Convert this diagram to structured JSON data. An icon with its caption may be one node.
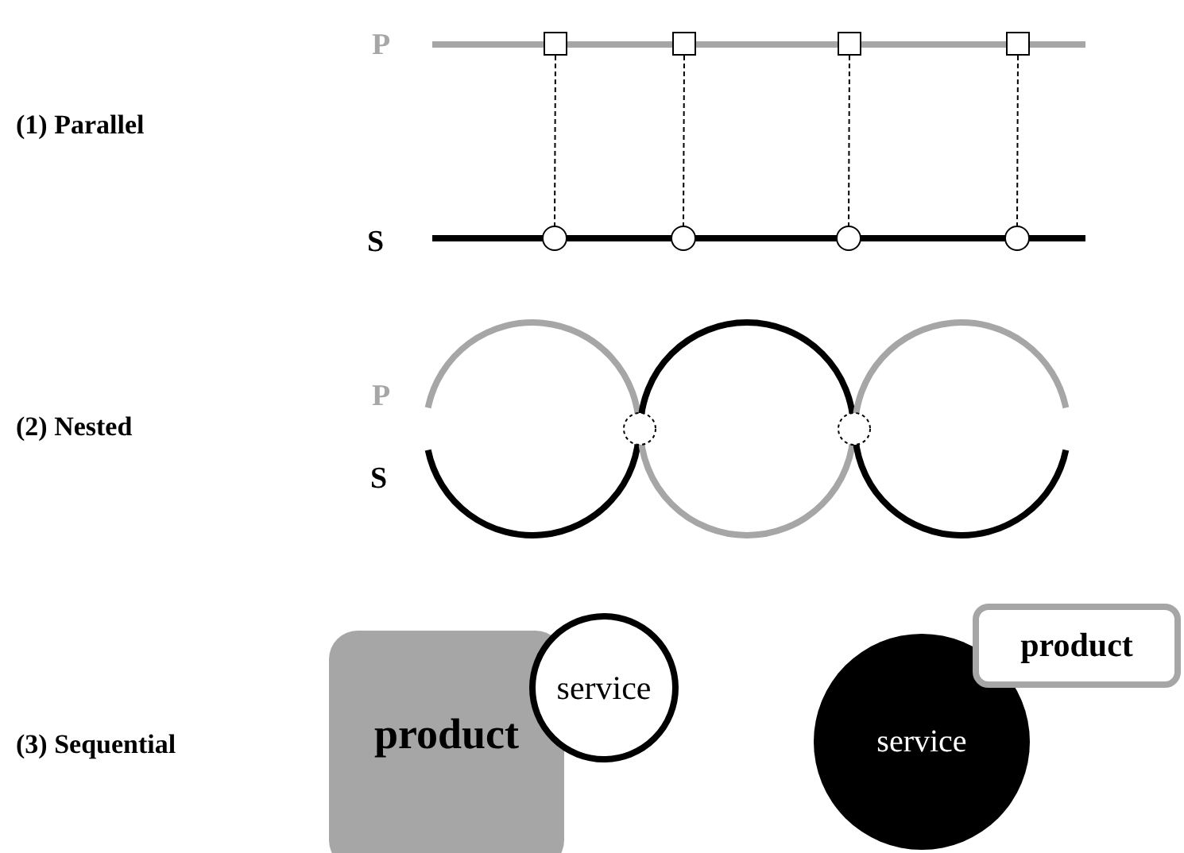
{
  "diagram": {
    "nodes": [
      {
        "text": [],
        "shape": "box"
      },
      {
        "text": [],
        "shape": "box"
      },
      {
        "text": [],
        "shape": "box"
      },
      {
        "text": [],
        "shape": "box"
      },
      {
        "text": [],
        "shape": "circle"
      },
      {
        "text": [],
        "shape": "circle"
      },
      {
        "text": [],
        "shape": "circle"
      },
      {
        "text": [],
        "shape": "circle"
      },
      {
        "text": [
          "product"
        ]
      },
      {
        "text": [
          "service"
        ]
      },
      {
        "text": [
          "service"
        ]
      },
      {
        "text": [
          "product"
        ]
      }
    ],
    "edges": [
      {
        "from": 0,
        "to": 4,
        "arrow": "none",
        "style": "dashed"
      },
      {
        "from": 1,
        "to": 5,
        "arrow": "none",
        "style": "dashed"
      },
      {
        "from": 2,
        "to": 6,
        "arrow": "none",
        "style": "dashed"
      },
      {
        "from": 3,
        "to": 7,
        "arrow": "none",
        "style": "dashed"
      }
    ],
    "labels": [
      "(1) Parallel",
      "P",
      "S",
      "(2) Nested",
      "P",
      "S",
      "(3) Sequential"
    ]
  }
}
